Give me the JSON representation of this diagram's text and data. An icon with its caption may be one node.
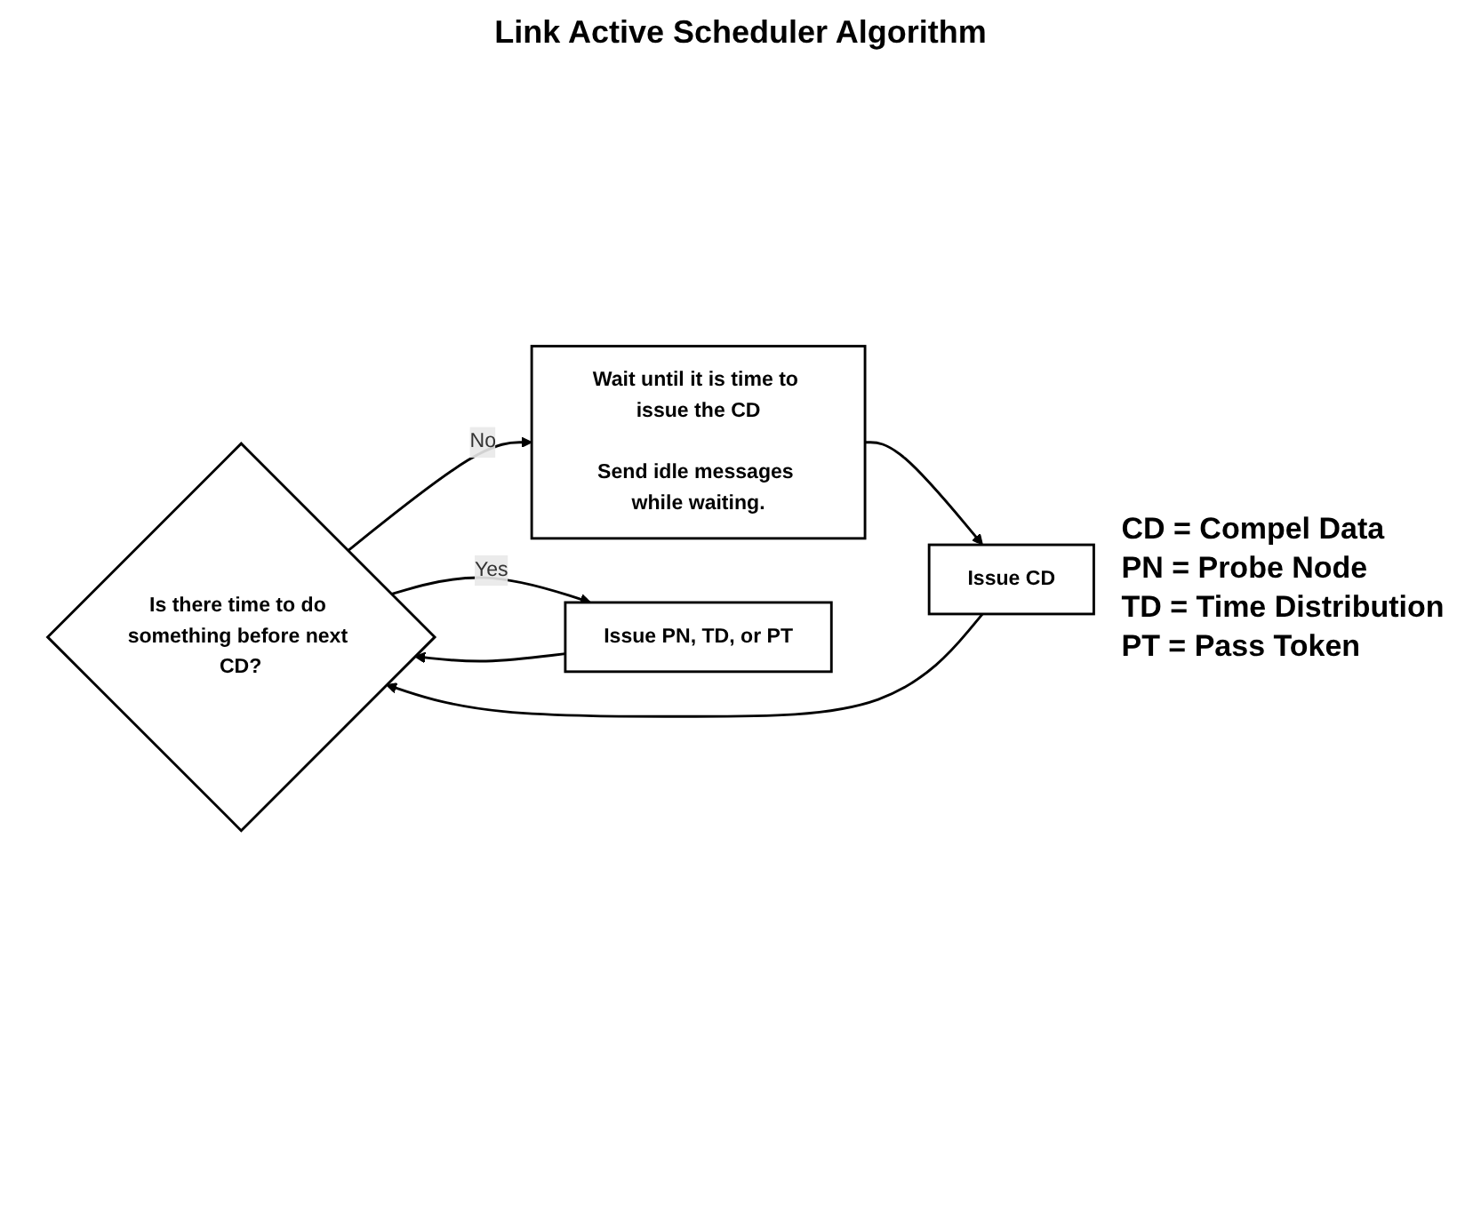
{
  "diagram": {
    "title": "Link Active Scheduler Algorithm",
    "nodes": [
      {
        "text": [
          "Is there time to do something before next CD?"
        ]
      },
      {
        "text": [
          "Wait until it is time to issue the CD",
          "Send idle messages while waiting."
        ]
      },
      {
        "text": [
          "Issue CD"
        ]
      },
      {
        "text": [
          "Issue PN, TD, or PT"
        ]
      }
    ],
    "edges": [
      {
        "from": 0,
        "to": 1,
        "arrow": "to",
        "label": "No"
      },
      {
        "from": 1,
        "to": 2,
        "arrow": "to"
      },
      {
        "from": 2,
        "to": 0,
        "arrow": "to"
      },
      {
        "from": 0,
        "to": 3,
        "arrow": "to",
        "label": "Yes"
      },
      {
        "from": 3,
        "to": 0,
        "arrow": "to"
      }
    ],
    "labels": [
      "CD = Compel Data",
      "PN = Probe Node",
      "TD = Time Distribution",
      "PT = Pass Token"
    ]
  }
}
